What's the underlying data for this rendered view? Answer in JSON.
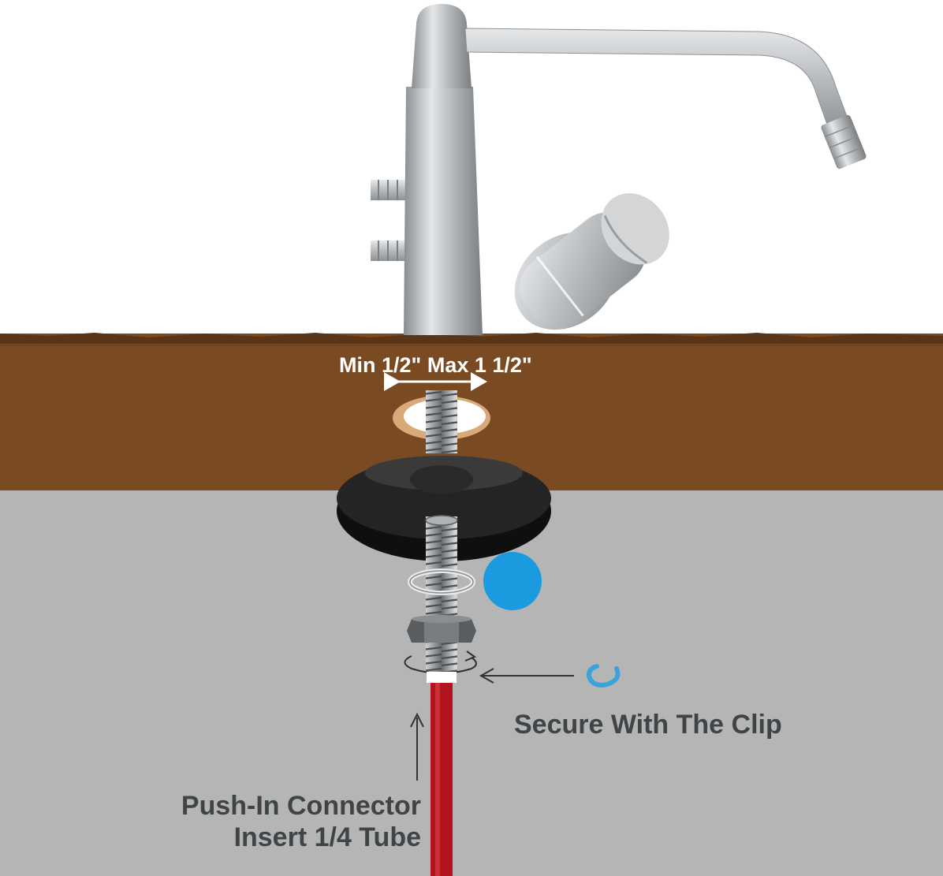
{
  "labels": {
    "thickness": "Min 1/2\" Max 1 1/2\"",
    "clip": "Secure With The Clip",
    "connector_line1": "Push-In Connector",
    "connector_line2": "Insert 1/4 Tube"
  },
  "colors": {
    "countertop": "#7a4a22",
    "countertop_top": "#5a3416",
    "under_cabinet": "#b5b5b5",
    "background": "#ffffff",
    "faucet_steel": "#b4b7ba",
    "gasket": "#1c1c1c",
    "blue_cap": "#1a9be0",
    "clip": "#3aa3dc",
    "tube": "#b3141e",
    "label_text": "#3f4447"
  },
  "icons": {
    "faucet": "faucet-icon",
    "clip": "clip-icon",
    "nut": "hex-nut-icon"
  }
}
